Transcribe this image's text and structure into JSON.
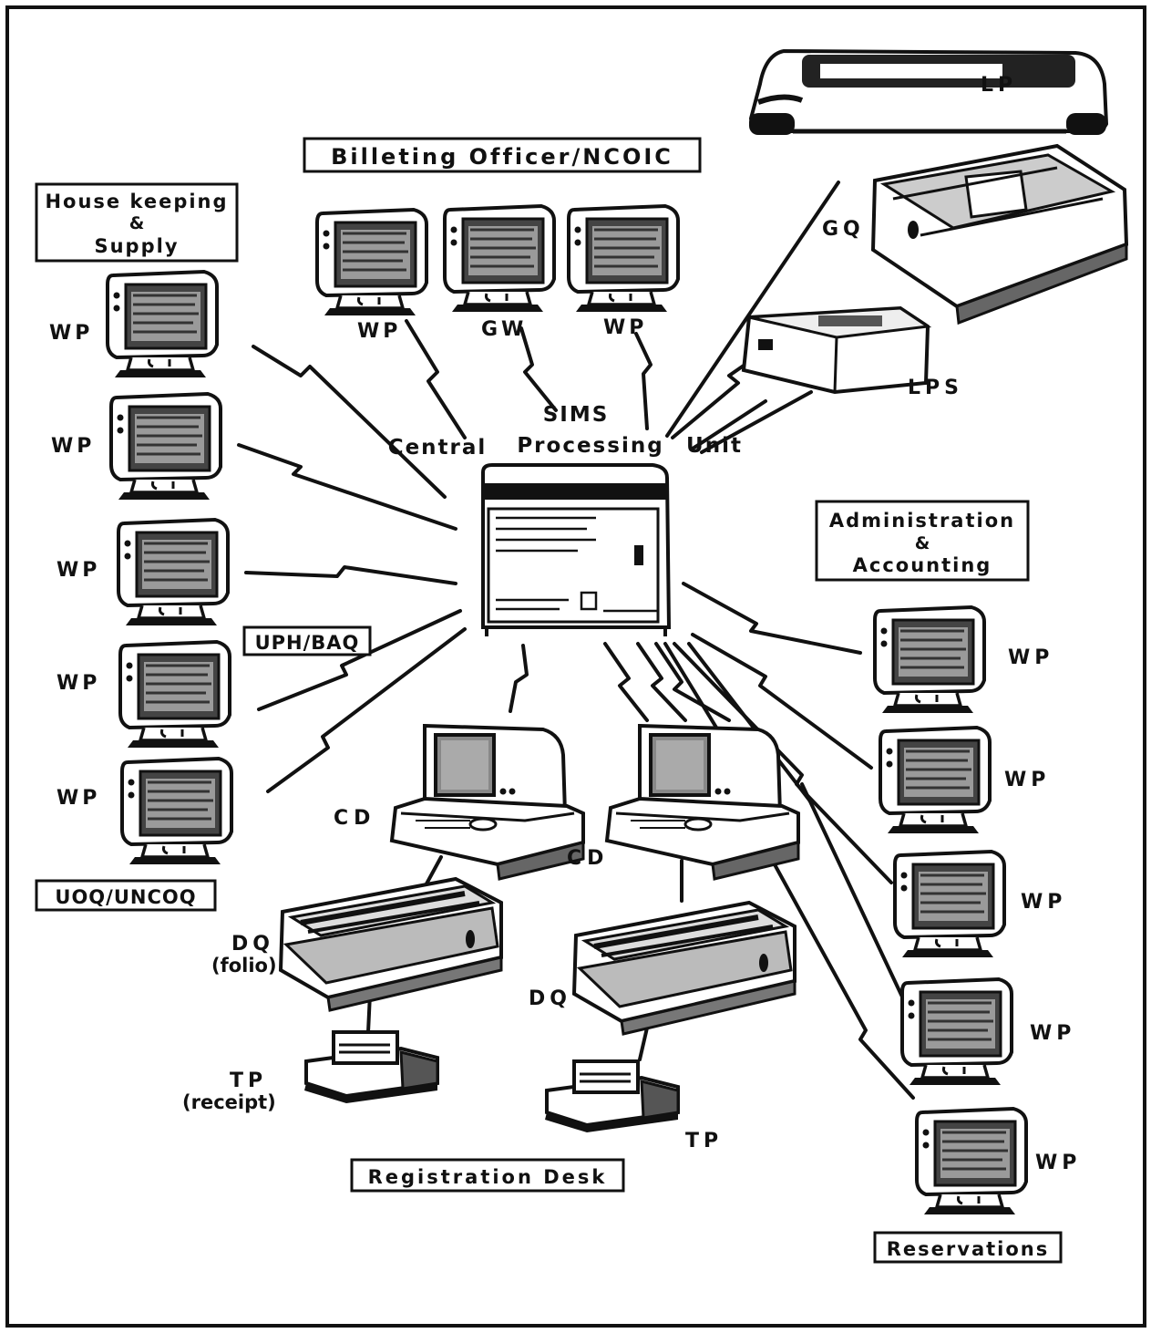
{
  "area_labels": {
    "billeting": "Billeting Officer/NCOIC",
    "housekeeping": [
      "House keeping",
      "&",
      "Supply"
    ],
    "administration": [
      "Administration",
      "&",
      "Accounting"
    ],
    "uph_baq": "UPH/BAQ",
    "uoq_uncoq": "UOQ/UNCOQ",
    "registration": "Registration Desk",
    "reservations": "Reservations"
  },
  "central_unit": {
    "line1": "SIMS",
    "central": "Central",
    "processing": "Processing",
    "unit": "Unit"
  },
  "devices": {
    "lp": "LP",
    "gq": "GQ",
    "lps": "LPS",
    "wp": "WP",
    "gw": "GW",
    "cd": "CD",
    "dq": "DQ",
    "dq_note": "(folio)",
    "tp": "TP",
    "tp_note": "(receipt)"
  },
  "icon_names": [
    "terminal-icon",
    "computer-icon",
    "line-printer-icon",
    "dot-matrix-printer-icon",
    "ticket-printer-icon",
    "lps-icon"
  ]
}
